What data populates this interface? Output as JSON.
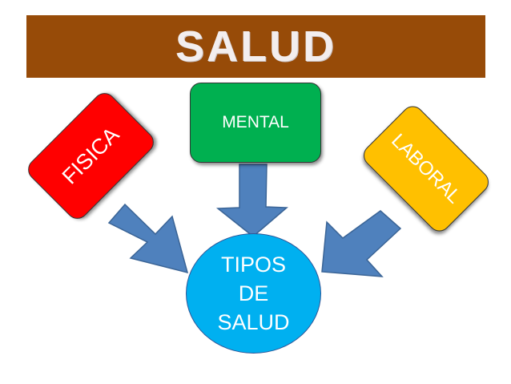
{
  "title": "SALUD",
  "center": {
    "label": "TIPOS DE SALUD"
  },
  "types": [
    {
      "label": "FISICA",
      "color": "#ff0000"
    },
    {
      "label": "MENTAL",
      "color": "#00b050"
    },
    {
      "label": "LABORAL",
      "color": "#ffc000"
    }
  ],
  "colors": {
    "banner": "#974b08",
    "center": "#00b0f0",
    "arrow": "#4f81bd"
  }
}
